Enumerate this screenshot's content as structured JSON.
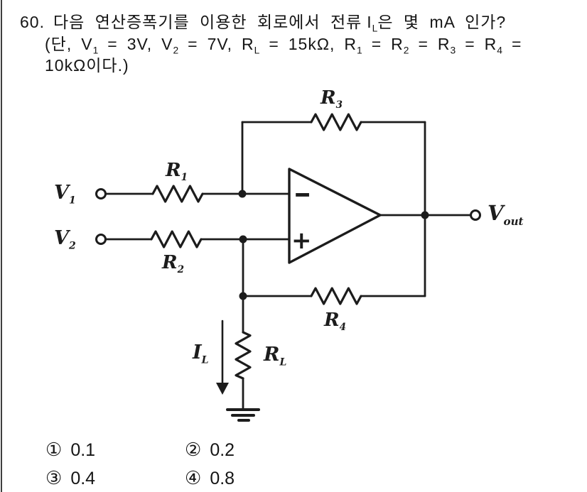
{
  "problem": {
    "number": "60.",
    "q_part1": "다음 연산증폭기를 이용한 회로에서 전류",
    "q_current_base": "I",
    "q_current_sub": "L",
    "q_part2": "은 몇 mA 인가?",
    "conditions": {
      "open": "(단,",
      "eq": "=",
      "v1": {
        "base": "V",
        "sub": "1"
      },
      "v1_val": "3V,",
      "v2": {
        "base": "V",
        "sub": "2"
      },
      "v2_val": "7V,",
      "rl": {
        "base": "R",
        "sub": "L"
      },
      "rl_val": "15kΩ,",
      "r1": {
        "base": "R",
        "sub": "1"
      },
      "r2": {
        "base": "R",
        "sub": "2"
      },
      "r3": {
        "base": "R",
        "sub": "3"
      },
      "r4": {
        "base": "R",
        "sub": "4"
      },
      "line3": "10kΩ이다.)"
    }
  },
  "circuit": {
    "labels": {
      "v1": {
        "base": "V",
        "sub": "1"
      },
      "v2": {
        "base": "V",
        "sub": "2"
      },
      "r1": {
        "base": "R",
        "sub": "1"
      },
      "r2": {
        "base": "R",
        "sub": "2"
      },
      "r3": {
        "base": "R",
        "sub": "3"
      },
      "r4": {
        "base": "R",
        "sub": "4"
      },
      "rl": {
        "base": "R",
        "sub": "L"
      },
      "il": {
        "base": "I",
        "sub": "L"
      },
      "vout": {
        "base": "V",
        "sub": "out"
      },
      "opamp_minus": "−",
      "opamp_plus": "+"
    },
    "colors": {
      "ink": "#1c1c1c",
      "background": "#ffffff"
    }
  },
  "choices": [
    {
      "marker": "①",
      "value": "0.1"
    },
    {
      "marker": "②",
      "value": "0.2"
    },
    {
      "marker": "③",
      "value": "0.4"
    },
    {
      "marker": "④",
      "value": "0.8"
    }
  ]
}
